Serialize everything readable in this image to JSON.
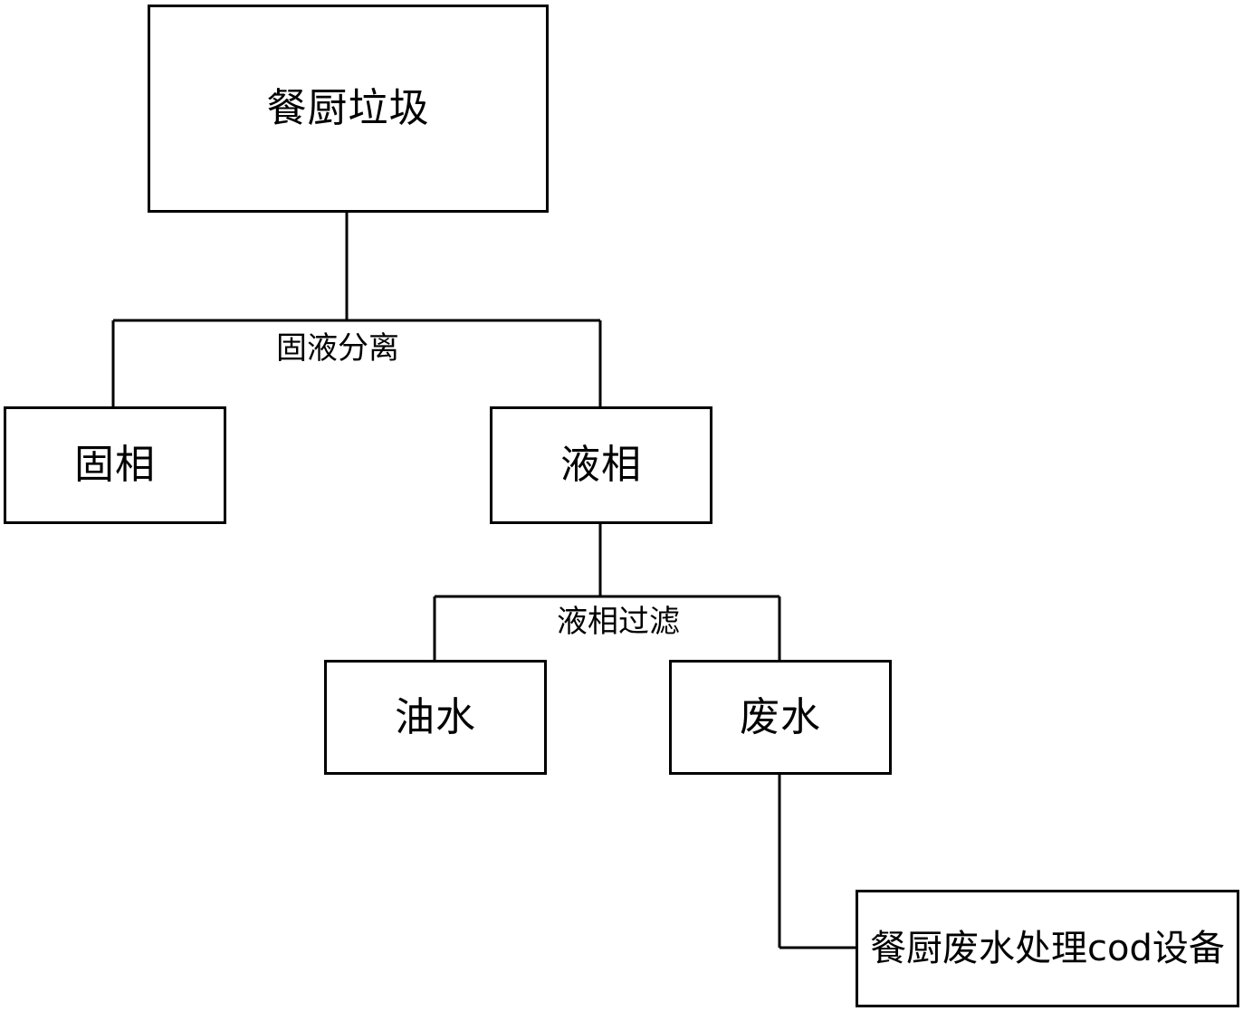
{
  "nodes": {
    "food_waste": "餐厨垃圾",
    "solid_phase": "固相",
    "liquid_phase": "液相",
    "oil_water": "油水",
    "waste_water": "废水",
    "treatment_device": "餐厨废水处理cod设备"
  },
  "edge_labels": {
    "solid_liquid_separation": "固液分离",
    "liquid_filtration": "液相过滤"
  },
  "colors": {
    "stroke": "#000000",
    "background": "#ffffff"
  }
}
